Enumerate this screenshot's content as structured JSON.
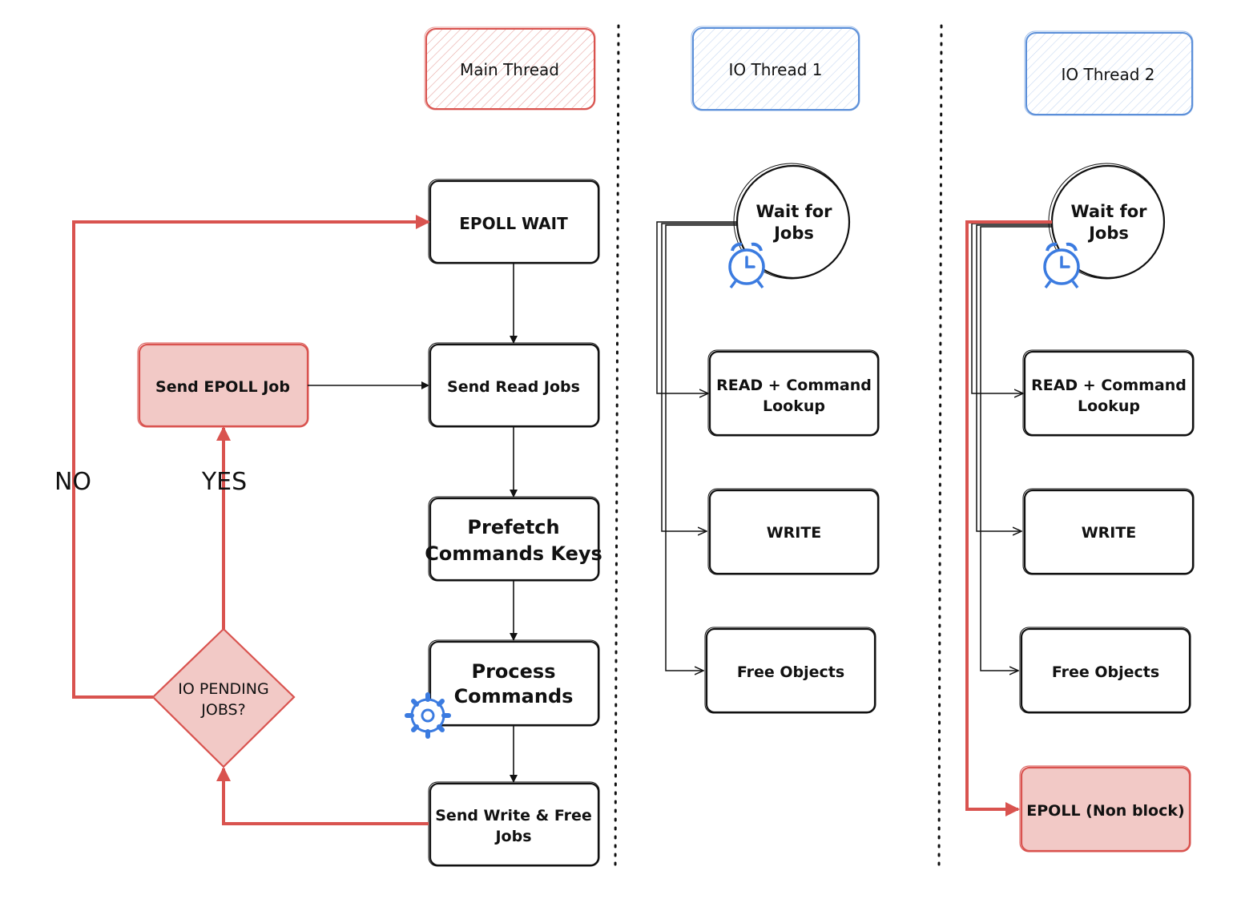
{
  "headers": {
    "main": "Main Thread",
    "io1": "IO Thread 1",
    "io2": "IO Thread 2"
  },
  "main_thread": {
    "epoll_wait": "EPOLL WAIT",
    "send_read_jobs": "Send Read Jobs",
    "prefetch_line1": "Prefetch",
    "prefetch_line2": "Commands Keys",
    "process_line1": "Process",
    "process_line2": "Commands",
    "send_write_line1": "Send Write & Free",
    "send_write_line2": "Jobs"
  },
  "decision": {
    "line1": "IO PENDING",
    "line2": "JOBS?",
    "yes": "YES",
    "no": "NO",
    "send_epoll_job": "Send EPOLL Job"
  },
  "io_thread_1": {
    "wait_line1": "Wait for",
    "wait_line2": "Jobs",
    "read_line1": "READ + Command",
    "read_line2": "Lookup",
    "write": "WRITE",
    "free": "Free Objects"
  },
  "io_thread_2": {
    "wait_line1": "Wait for",
    "wait_line2": "Jobs",
    "read_line1": "READ + Command",
    "read_line2": "Lookup",
    "write": "WRITE",
    "free": "Free Objects",
    "epoll": "EPOLL (Non block)"
  },
  "icons": {
    "clock": "alarm-clock-icon",
    "gear": "gear-icon"
  },
  "colors": {
    "red_stroke": "#d9534f",
    "red_fill": "#f2c9c6",
    "blue_stroke": "#5b8fd9",
    "blue_fill": "#eaf1fb",
    "black": "#111111"
  }
}
